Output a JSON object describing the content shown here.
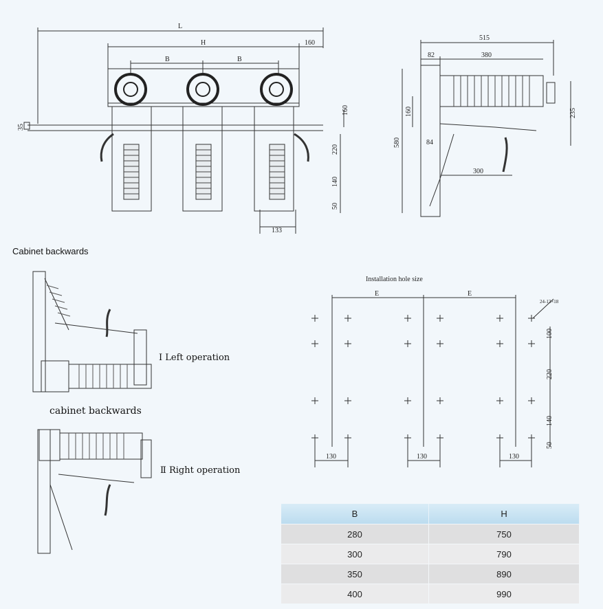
{
  "front_view": {
    "dims": {
      "L": "L",
      "H": "H",
      "B1": "B",
      "B2": "B",
      "d160a": "160",
      "d160b": "160",
      "d220": "220",
      "d140": "140",
      "d50": "50",
      "d133": "133",
      "d35": "35"
    }
  },
  "side_view": {
    "dims": {
      "d515": "515",
      "d82": "82",
      "d380": "380",
      "d160": "160",
      "d580": "580",
      "d84": "84",
      "d235": "235",
      "d300": "300"
    }
  },
  "section_title": "Cabinet backwards",
  "left_label": "Ⅰ Left operation",
  "right_label": "Ⅱ Right operation",
  "caption_between": "cabinet backwards",
  "install": {
    "title": "Installation hole size",
    "E1": "E",
    "E2": "E",
    "hole_note": "24-13×18",
    "d100": "100",
    "d220": "220",
    "d140": "140",
    "d50": "50",
    "d130a": "130",
    "d130b": "130",
    "d130c": "130"
  },
  "table": {
    "headers": [
      "B",
      "H"
    ],
    "rows": [
      [
        "280",
        "750"
      ],
      [
        "300",
        "790"
      ],
      [
        "350",
        "890"
      ],
      [
        "400",
        "990"
      ]
    ]
  }
}
